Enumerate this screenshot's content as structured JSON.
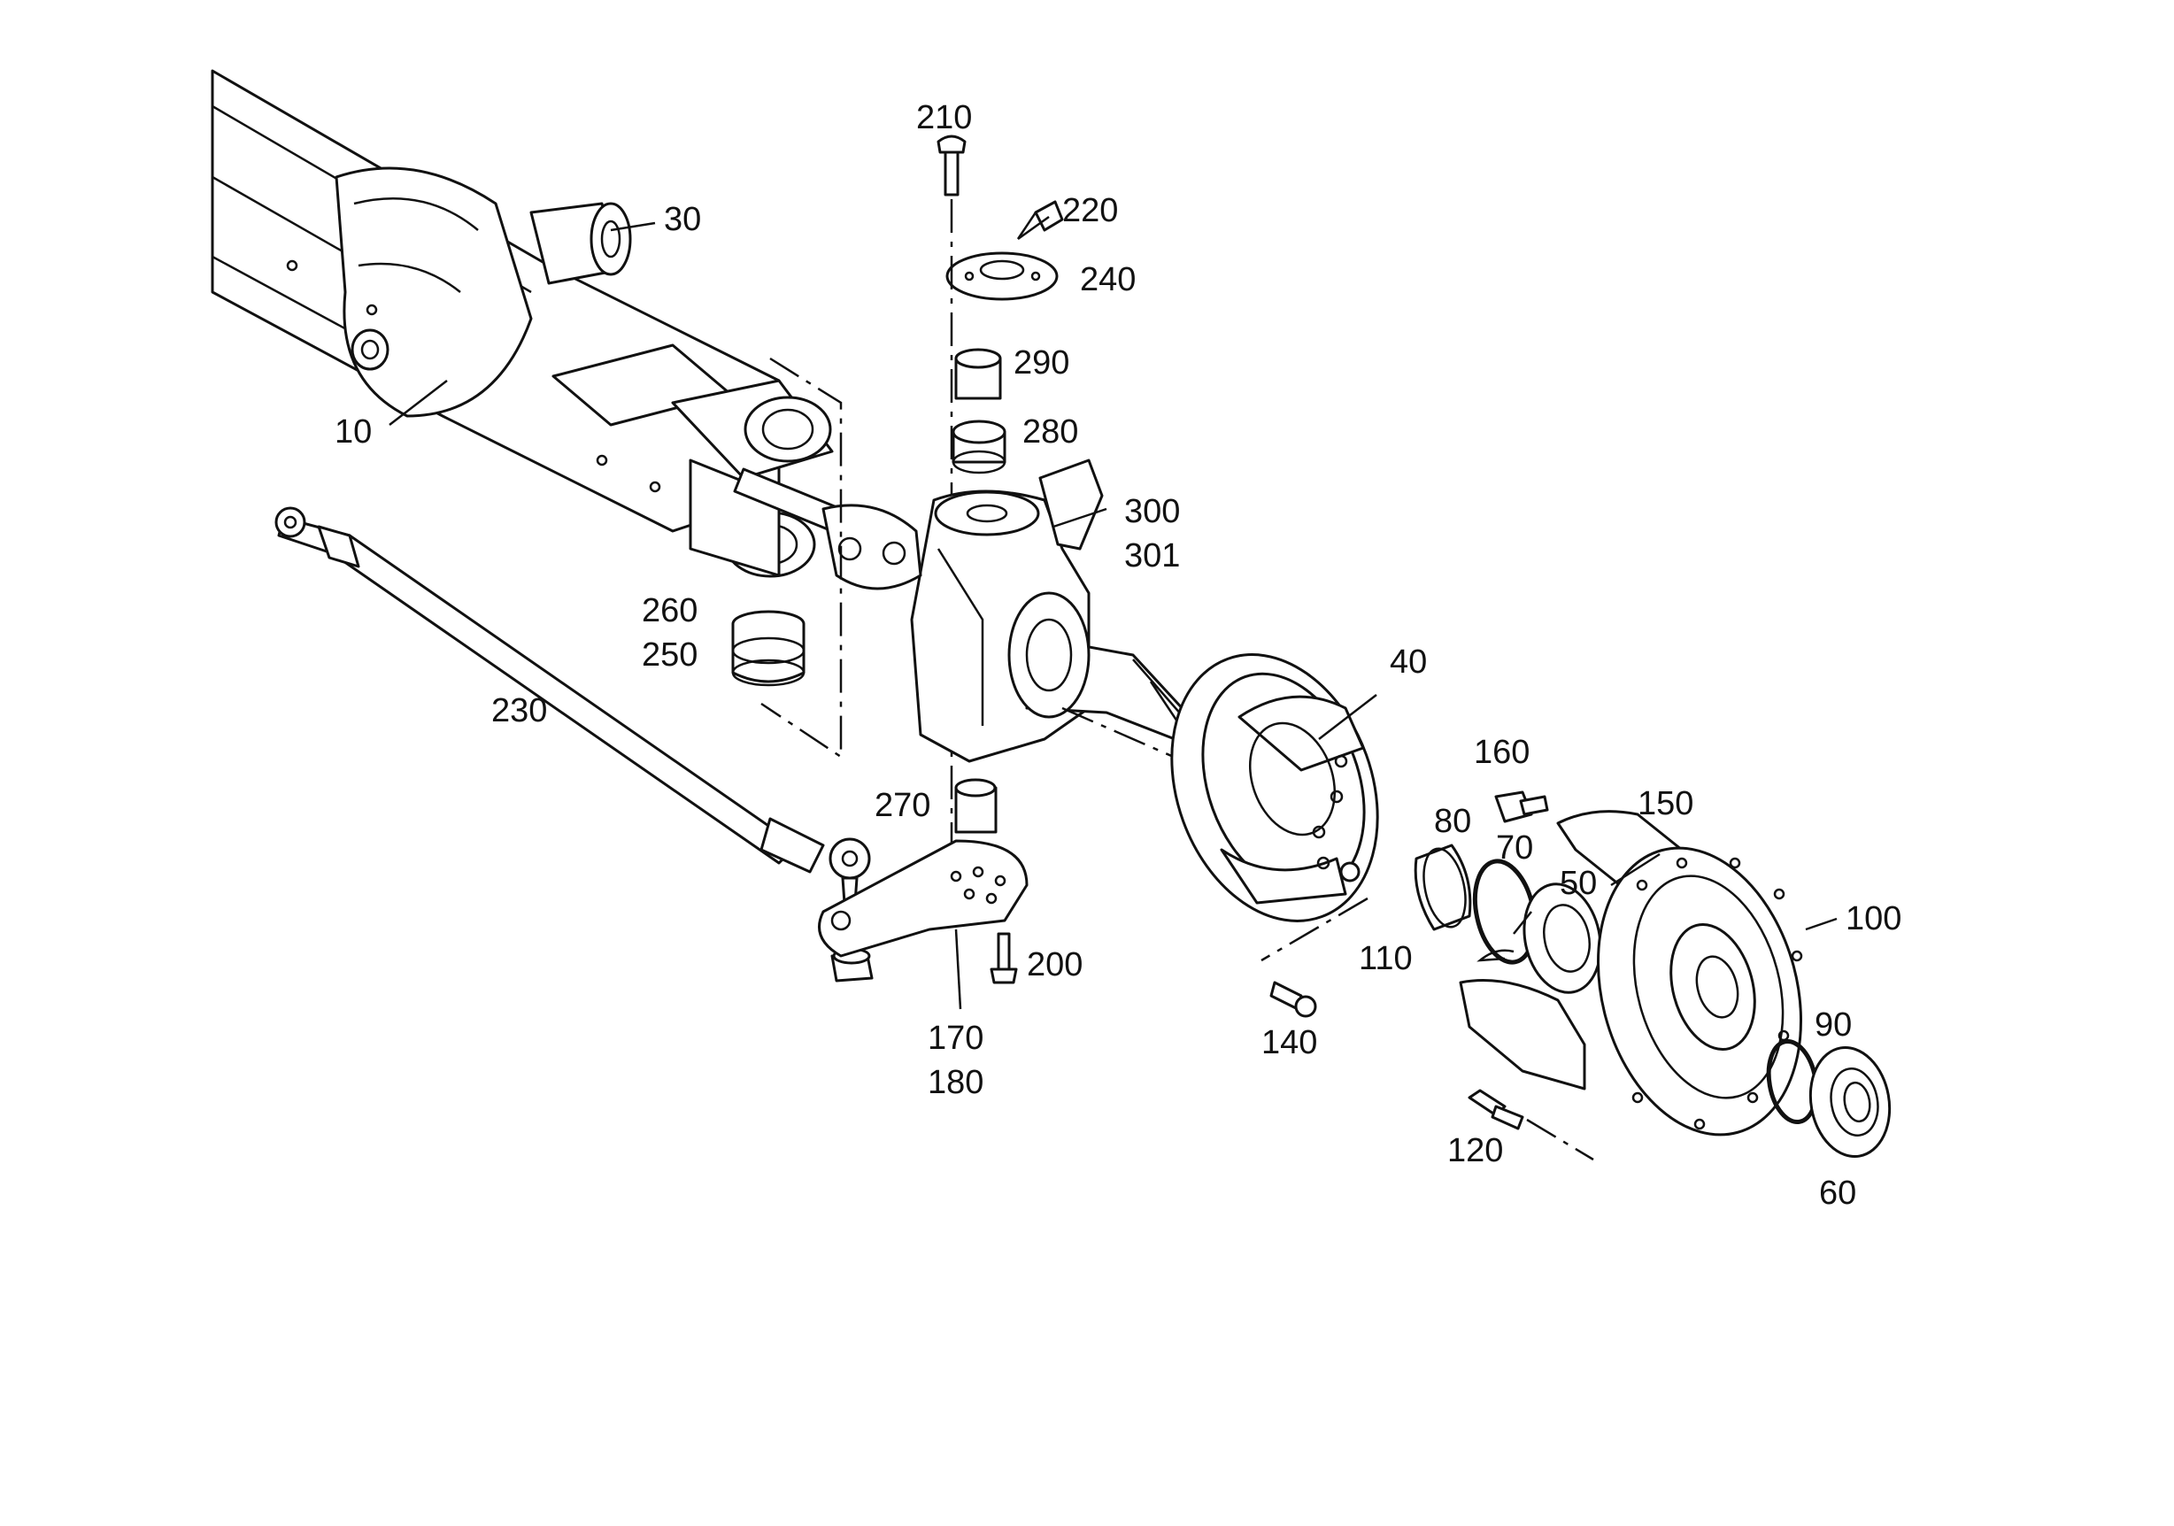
{
  "diagram": {
    "part_numbers": {
      "p10": "10",
      "p30": "30",
      "p40": "40",
      "p50": "50",
      "p60": "60",
      "p70": "70",
      "p80": "80",
      "p90": "90",
      "p100": "100",
      "p110": "110",
      "p120": "120",
      "p140": "140",
      "p150": "150",
      "p160": "160",
      "p170": "170",
      "p180": "180",
      "p200": "200",
      "p210": "210",
      "p220": "220",
      "p230": "230",
      "p240": "240",
      "p250": "250",
      "p260": "260",
      "p270": "270",
      "p280": "280",
      "p290": "290",
      "p300": "300",
      "p301": "301"
    }
  }
}
